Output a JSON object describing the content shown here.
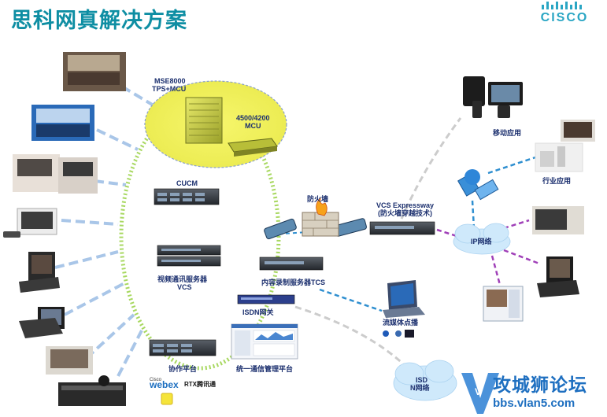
{
  "title": "思科网真解决方案",
  "logo_text": "CISCO",
  "labels": {
    "mse8000_line1": "MSE8000",
    "mse8000_line2": "TPS+MCU",
    "mcu_line1": "4500/4200",
    "mcu_line2": "MCU",
    "cucm": "CUCM",
    "vcs_line1": "视频通讯服务器",
    "vcs_line2": "VCS",
    "firewall": "防火墙",
    "expressway_line1": "VCS Expressway",
    "expressway_line2": "(防火墙穿越技术)",
    "tcs": "内容录制服务器TCS",
    "isdn_gw": "ISDN网关",
    "collab_platform": "协作平台",
    "unified_mgmt": "统一通信管理平台",
    "streaming": "流媒体点播",
    "mobile_app": "移动应用",
    "industry_app": "行业应用",
    "ip_network": "IP网络",
    "isdn_net_line1": "ISD",
    "isdn_net_line2": "N网络"
  },
  "brand_logos": {
    "cisco_small": "Cisco",
    "webex": "webex",
    "rtx": "RTX腾讯通"
  },
  "watermark": {
    "title": "攻城狮论坛",
    "url": "bbs.vlan5.com",
    "letter": "V"
  },
  "colors": {
    "title": "#0e8ea3",
    "label": "#1b2f6e",
    "ring": "#a8d860",
    "core_fill": "#f2f25a",
    "dash_blue": "#a9c6e8",
    "dash_cyan": "#2f8fd0",
    "dash_purple": "#a040b8",
    "dash_gray": "#cccccc",
    "cloud": "#cfe9fb"
  }
}
